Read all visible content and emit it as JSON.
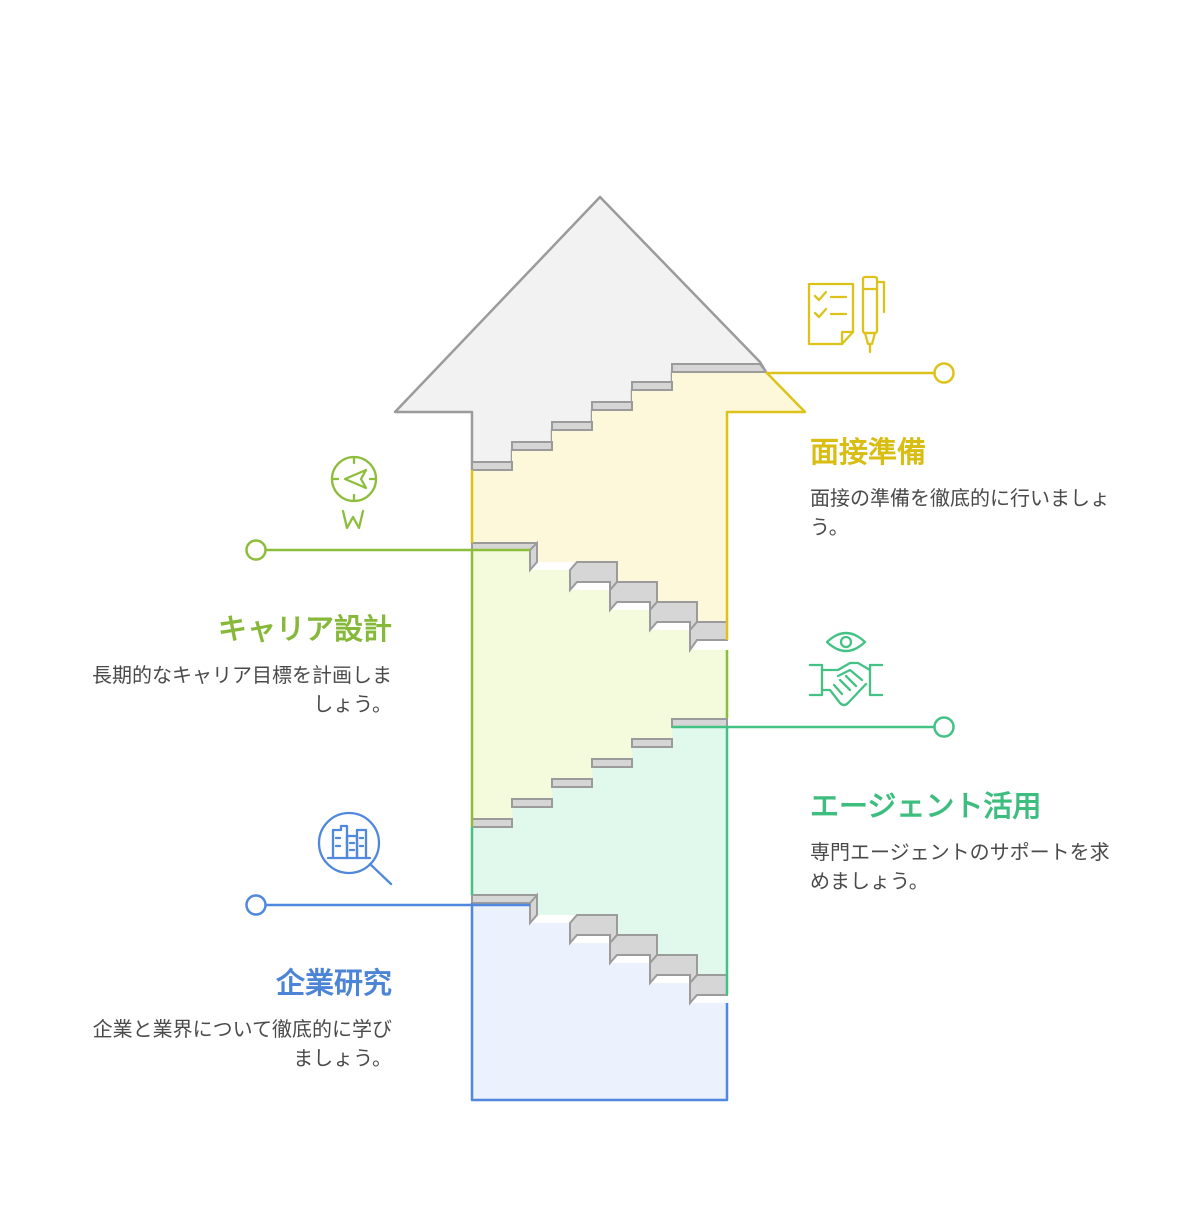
{
  "steps": {
    "interview": {
      "title": "面接準備",
      "description": "面接の準備を徹底的に行いましょう。",
      "icon": "checklist-pen-icon",
      "color": "#ddc21a",
      "fill": "#fef8da"
    },
    "career": {
      "title": "キャリア設計",
      "description": "長期的なキャリア目標を計画しましょう。",
      "icon": "compass-icon",
      "color": "#8cbe3c",
      "fill": "#f4fbdc"
    },
    "agent": {
      "title": "エージェント活用",
      "description": "専門エージェントのサポートを求めましょう。",
      "icon": "handshake-eye-icon",
      "color": "#44c184",
      "fill": "#e1f9ec"
    },
    "research": {
      "title": "企業研究",
      "description": "企業と業界について徹底的に学びましょう。",
      "icon": "building-search-icon",
      "color": "#4f88dc",
      "fill": "#ebf1fd"
    }
  },
  "colors": {
    "arrow_head_fill": "#f2f2f2",
    "outline": "#9b9b9b"
  }
}
